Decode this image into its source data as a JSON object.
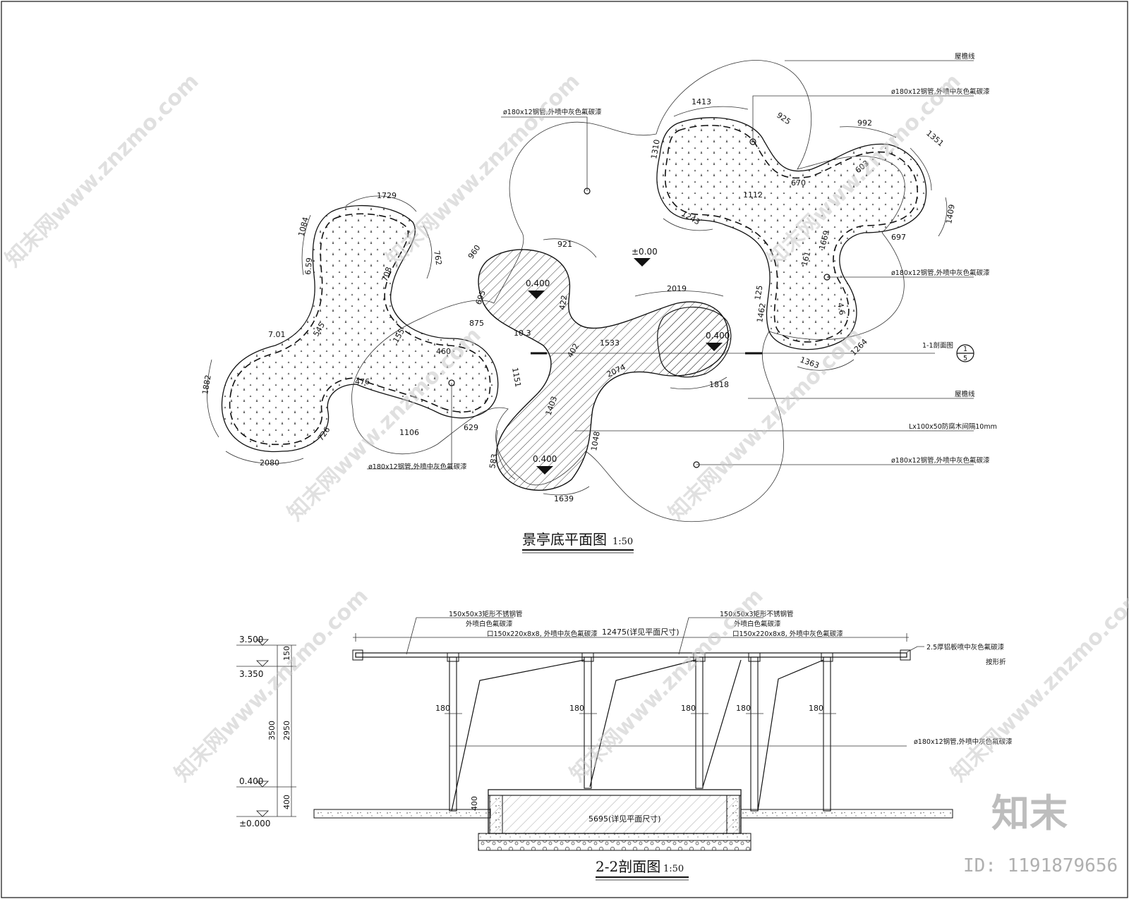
{
  "plan": {
    "title": "景亭底平面图",
    "scale": "1:50",
    "elevations": {
      "center": "±0.00",
      "a": "0.400",
      "b": "0.400",
      "c": "0.400"
    },
    "notes": {
      "eave_top": "屋檐线",
      "pipe_top_right": "ø180x12钢管,外喷中灰色氟碳漆",
      "pipe_top_center": "ø180x12钢管,外喷中灰色氟碳漆",
      "pipe_right": "ø180x12钢管,外喷中灰色氟碳漆",
      "section_ref": "1-1剖面图",
      "section_num": "1",
      "section_sheet": "5",
      "eave_bottom": "屋檐线",
      "wood": "Lx100x50防腐木间隔10mm",
      "pipe_bottom_right": "ø180x12钢管,外喷中灰色氟碳漆",
      "pipe_bottom_left": "ø180x12钢管,外喷中灰色氟碳漆"
    },
    "dims": {
      "d1729": "1729",
      "d1084": "1084",
      "d762": "762",
      "d659": "6.59",
      "d701": "7.01",
      "d545": "545",
      "d708": "708",
      "d1882": "1882",
      "d2080": "2080",
      "d726": "726",
      "d476": "476",
      "d460": "460",
      "d1106": "1106",
      "d629": "629",
      "d875": "875",
      "d103": "10.3",
      "d1151": "1151",
      "d155": "155",
      "d695": "695",
      "d960": "960",
      "d921": "921",
      "d422": "422",
      "d402": "402",
      "d2019": "2019",
      "d1533": "1533",
      "d2074": "2074",
      "d1403": "1403",
      "d583": "583",
      "d1639": "1639",
      "d1048": "1048",
      "d1818": "1818",
      "d125": "125",
      "d1462": "1462",
      "d1413": "1413",
      "d925": "925",
      "d1310": "1310",
      "d1243": "1243",
      "d1112": "1112",
      "d670": "670",
      "d992": "992",
      "d1351": "1351",
      "d603": "603",
      "d1409": "1409",
      "d697": "697",
      "d1669": "1669",
      "d161": "161",
      "d46": "4.6",
      "d1363": "1363",
      "d1264": "1264"
    }
  },
  "section": {
    "title": "2-2剖面图",
    "scale": "1:50",
    "levels": {
      "l1": "3.500",
      "l2": "3.350",
      "l3": "0.400",
      "l4": "±0.000"
    },
    "vdims": {
      "d150": "150",
      "d3500": "3500",
      "d2950": "2950",
      "d400": "400",
      "d400b": "400"
    },
    "overall": "12475(详见平面尺寸)",
    "bed": "5695(详见平面尺寸)",
    "col": "180",
    "notes": {
      "tube_a1": "150x50x3矩形不锈钢管",
      "tube_a2": "外喷白色氟碳漆",
      "tube_a3": "口150x220x8x8, 外喷中灰色氟碳漆",
      "tube_b1": "150x50x3矩形不锈钢管",
      "tube_b2": "外喷白色氟碳漆",
      "tube_b3": "口150x220x8x8, 外喷中灰色氟碳漆",
      "alu1": "2.5厚铝板喷中灰色氟碳漆",
      "alu2": "按形折",
      "pipe": "ø180x12钢管,外喷中灰色氟碳漆"
    }
  },
  "watermark": {
    "site": "知末网www.znzmo.com",
    "brand": "知末",
    "id": "ID: 1191879656"
  }
}
